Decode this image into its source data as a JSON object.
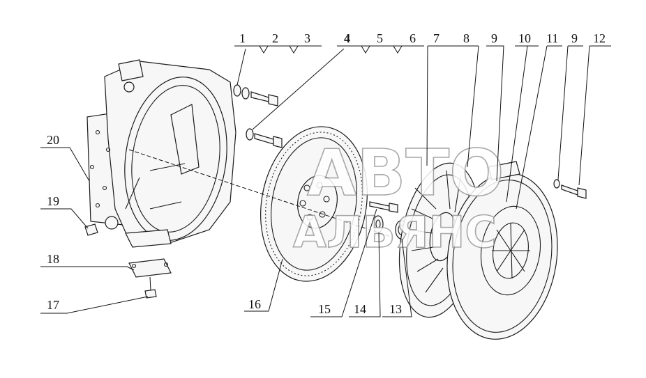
{
  "callouts": [
    {
      "id": "c1",
      "text": "1"
    },
    {
      "id": "c2",
      "text": "2"
    },
    {
      "id": "c3",
      "text": "3"
    },
    {
      "id": "c4",
      "text": "4"
    },
    {
      "id": "c5",
      "text": "5"
    },
    {
      "id": "c6",
      "text": "6"
    },
    {
      "id": "c7",
      "text": "7"
    },
    {
      "id": "c8",
      "text": "8"
    },
    {
      "id": "c9a",
      "text": "9"
    },
    {
      "id": "c10",
      "text": "10"
    },
    {
      "id": "c11",
      "text": "11"
    },
    {
      "id": "c9b",
      "text": "9"
    },
    {
      "id": "c12",
      "text": "12"
    },
    {
      "id": "c20",
      "text": "20"
    },
    {
      "id": "c19",
      "text": "19"
    },
    {
      "id": "c18",
      "text": "18"
    },
    {
      "id": "c17",
      "text": "17"
    },
    {
      "id": "c16",
      "text": "16"
    },
    {
      "id": "c15",
      "text": "15"
    },
    {
      "id": "c14",
      "text": "14"
    },
    {
      "id": "c13",
      "text": "13"
    }
  ],
  "watermark": {
    "line1": "АВТО",
    "line2": "АЛЬЯНС"
  }
}
